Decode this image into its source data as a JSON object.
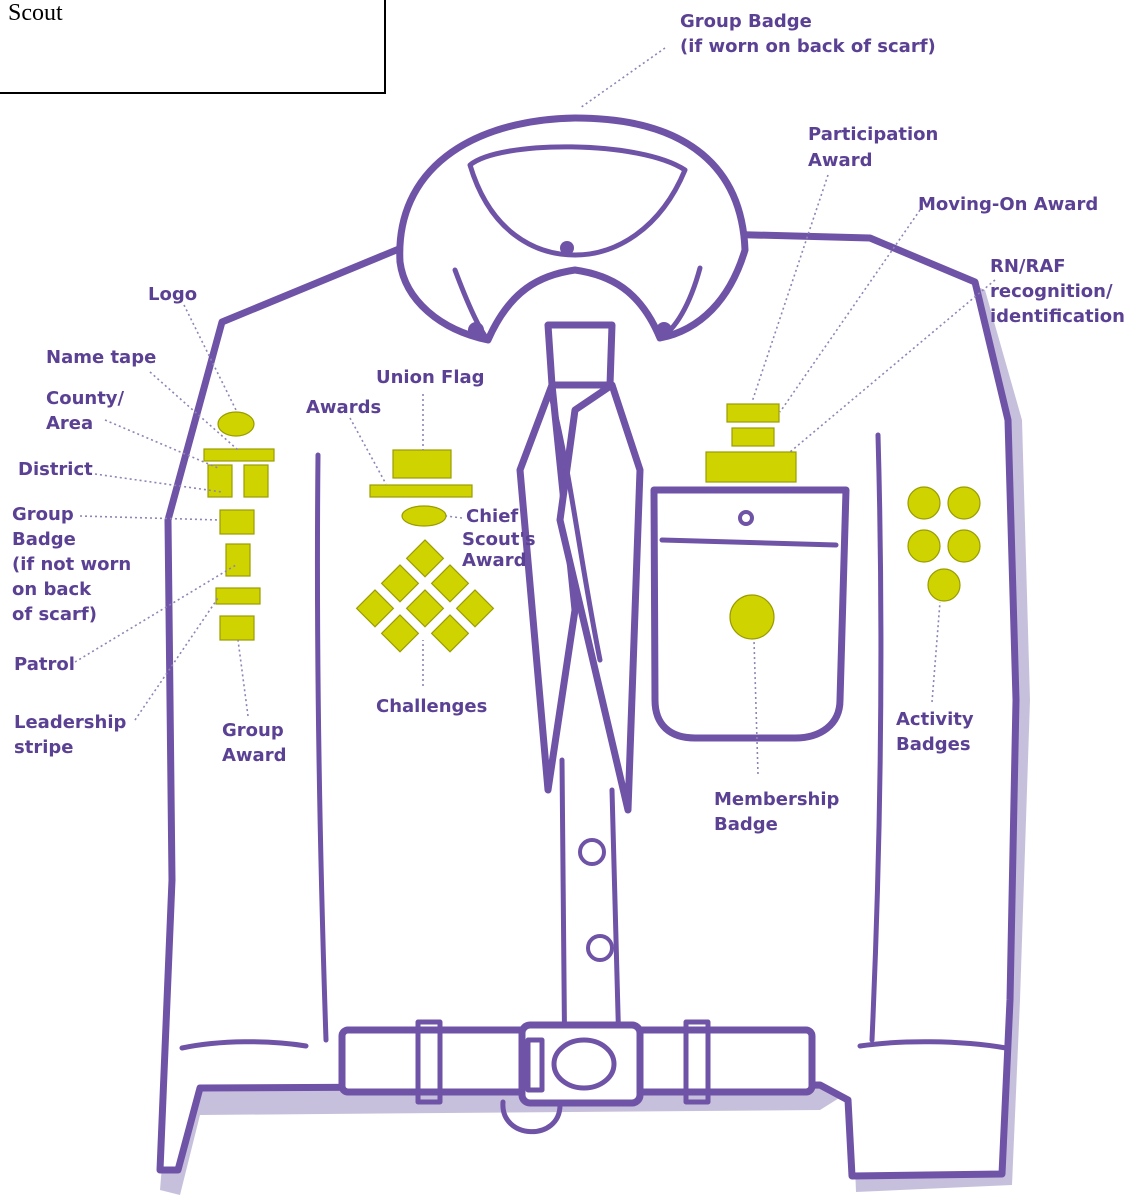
{
  "title_box": {
    "text": "Scout"
  },
  "labels": {
    "group_badge_scarf": [
      "Group Badge",
      "(if worn on back of scarf)"
    ],
    "participation_award": [
      "Participation",
      "Award"
    ],
    "moving_on_award": [
      "Moving-On Award"
    ],
    "rn_raf": [
      "RN/RAF",
      "recognition/",
      "identification"
    ],
    "logo": [
      "Logo"
    ],
    "name_tape": [
      "Name tape"
    ],
    "county_area": [
      "County/",
      "Area"
    ],
    "district": [
      "District"
    ],
    "group_badge_not_scarf": [
      "Group",
      "Badge",
      "(if not worn",
      "on back",
      "of scarf)"
    ],
    "patrol": [
      "Patrol"
    ],
    "leadership_stripe": [
      "Leadership",
      "stripe"
    ],
    "group_award": [
      "Group",
      "Award"
    ],
    "union_flag": [
      "Union Flag"
    ],
    "awards": [
      "Awards"
    ],
    "chief_scouts_award": [
      "Chief",
      "Scout's",
      "Award"
    ],
    "challenges": [
      "Challenges"
    ],
    "membership_badge": [
      "Membership",
      "Badge"
    ],
    "activity_badges": [
      "Activity",
      "Badges"
    ]
  },
  "colors": {
    "outline": "#6f53a6",
    "label_text": "#5b4193",
    "badge_fill": "#cfd400",
    "shadow": "#c7c0dc"
  }
}
